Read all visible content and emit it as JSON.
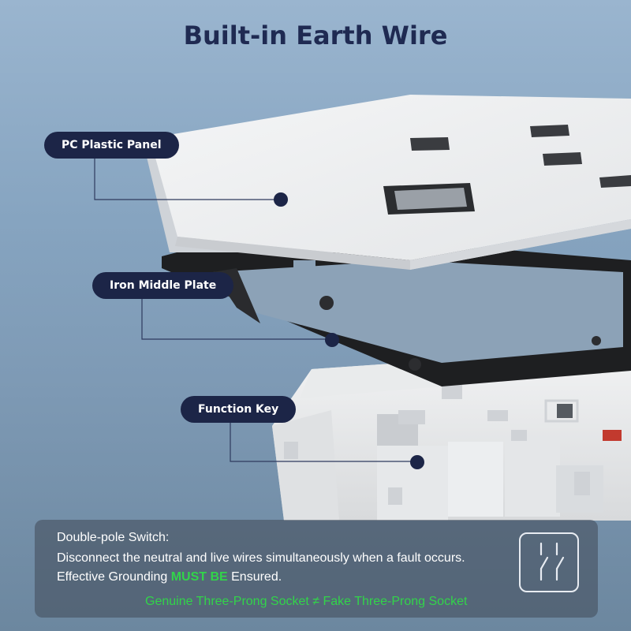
{
  "title": "Built-in Earth Wire",
  "labels": {
    "panel": "PC Plastic Panel",
    "plate": "Iron Middle Plate",
    "key": "Function Key"
  },
  "info": {
    "heading": "Double-pole Switch:",
    "description": "Disconnect the neutral and live wires simultaneously when a fault occurs.",
    "grounding_prefix": "Effective Grounding ",
    "grounding_emphasis": "MUST BE",
    "grounding_suffix": " Ensured.",
    "tagline": "Genuine Three-Prong Socket ≠ Fake Three-Prong Socket",
    "icon": "double-pole-switch-icon"
  },
  "colors": {
    "navy": "#1c2547",
    "title": "#1f2a52",
    "accent_green": "#32d44a"
  }
}
